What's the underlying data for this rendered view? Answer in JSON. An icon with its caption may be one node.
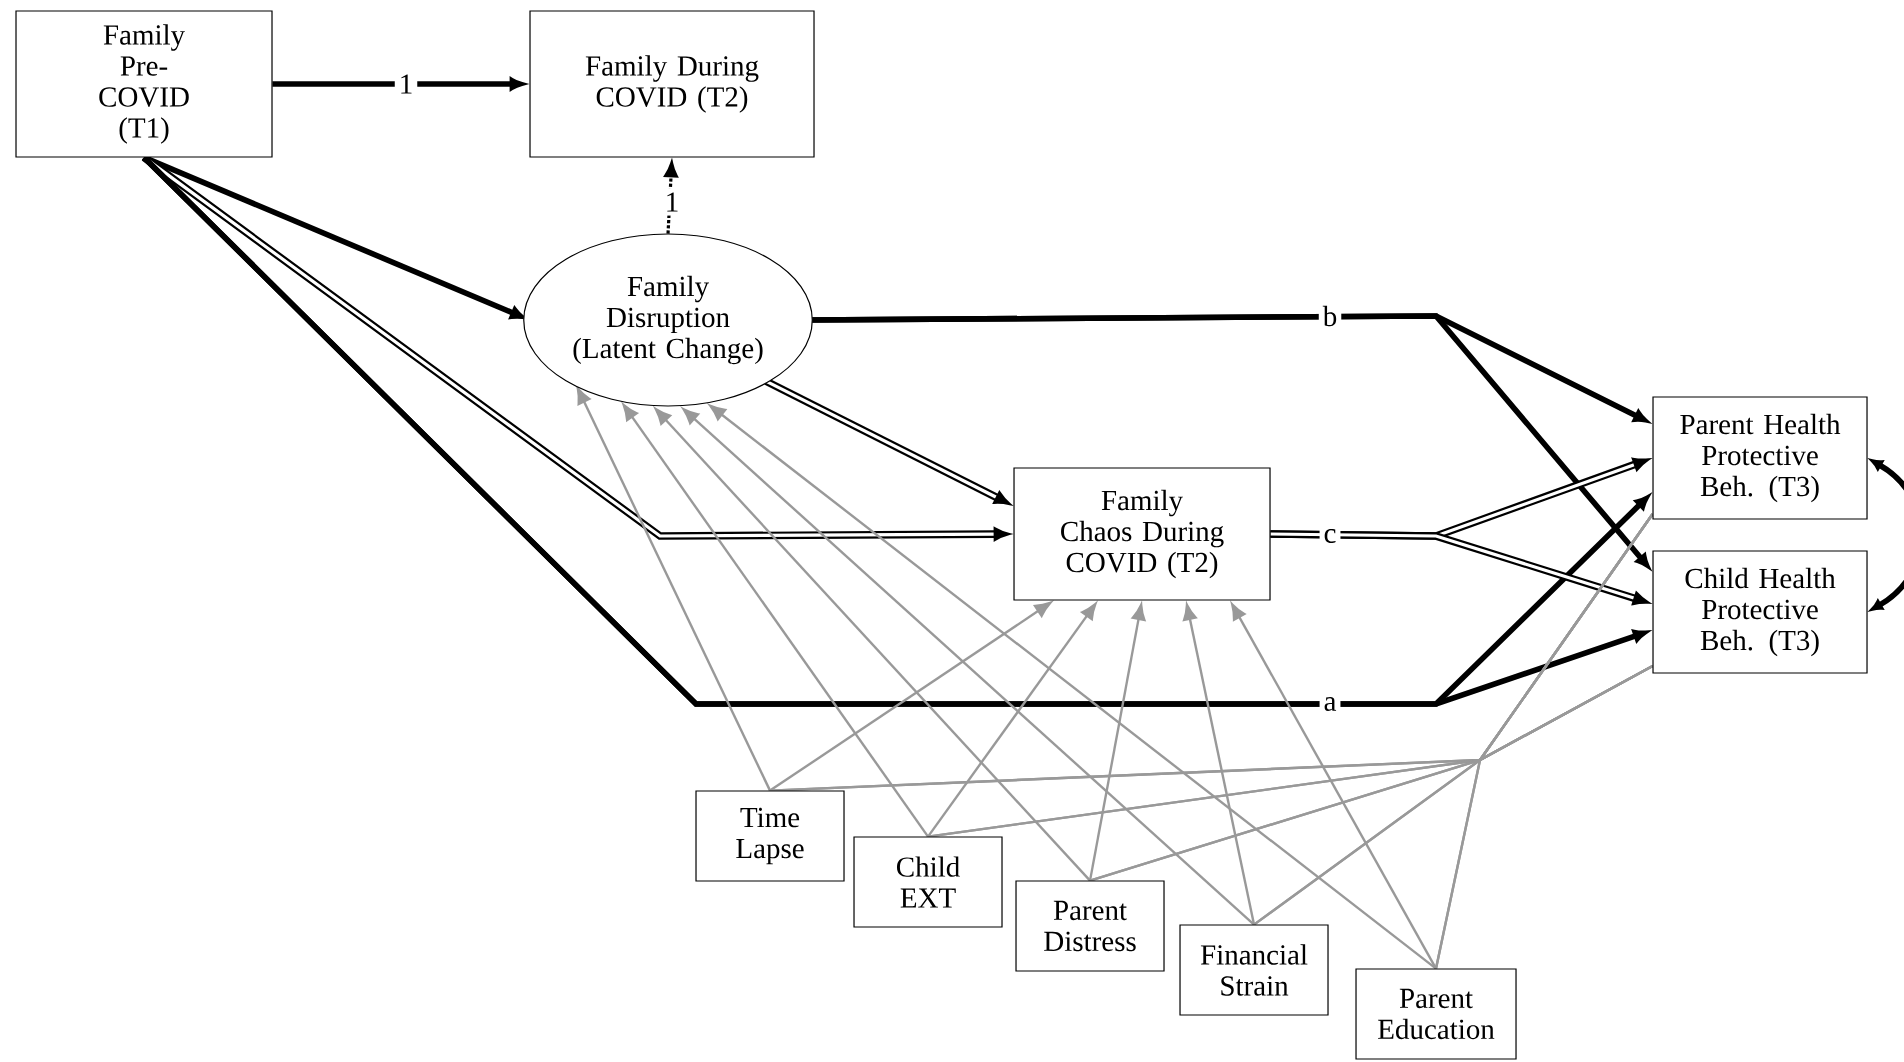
{
  "diagram": {
    "nodes": [
      {
        "text": [
          "Family Pre-COVID (T1)"
        ]
      },
      {
        "text": [
          "Family During COVID (T2)"
        ]
      },
      {
        "text": [
          "Family Disruption (Latent Change)"
        ]
      },
      {
        "text": [
          "Family Chaos During COVID (T2)"
        ]
      },
      {
        "text": [
          "Parent Health Protective Beh. (T3)"
        ]
      },
      {
        "text": [
          "Child Health Protective Beh. (T3)"
        ]
      },
      {
        "text": [
          "Time Lapse"
        ]
      },
      {
        "text": [
          "Child EXT"
        ]
      },
      {
        "text": [
          "Parent Distress"
        ]
      },
      {
        "text": [
          "Financial Strain"
        ]
      },
      {
        "text": [
          "Parent Education"
        ]
      }
    ],
    "edges": [
      {
        "from": 0,
        "to": 1,
        "arrow": "to",
        "label": "1",
        "style": "thick",
        "color": "#000000"
      },
      {
        "from": 2,
        "to": 1,
        "arrow": "to",
        "label": "1",
        "style": "dashed",
        "color": "#000000"
      },
      {
        "from": 0,
        "to": 2,
        "arrow": "to",
        "style": "thick",
        "color": "#000000"
      },
      {
        "from": 0,
        "to": 3,
        "arrow": "to",
        "style": "thick",
        "color": "#000000"
      },
      {
        "from": 2,
        "to": 3,
        "arrow": "to",
        "style": "thick",
        "color": "#000000"
      },
      {
        "from": 0,
        "to": 4,
        "arrow": "to",
        "label": "a",
        "style": "thick",
        "color": "#000000"
      },
      {
        "from": 0,
        "to": 5,
        "arrow": "to",
        "style": "thick",
        "color": "#000000"
      },
      {
        "from": 2,
        "to": 4,
        "arrow": "to",
        "label": "b",
        "style": "thick",
        "color": "#000000"
      },
      {
        "from": 2,
        "to": 5,
        "arrow": "to",
        "style": "thick",
        "color": "#000000"
      },
      {
        "from": 3,
        "to": 4,
        "arrow": "to",
        "label": "c",
        "style": "thick",
        "color": "#000000"
      },
      {
        "from": 3,
        "to": 5,
        "arrow": "to",
        "style": "thick",
        "color": "#000000"
      },
      {
        "from": 4,
        "to": 5,
        "arrow": "both",
        "style": "thick",
        "color": "#000000"
      },
      {
        "from": 6,
        "to": 2,
        "arrow": "to"
      },
      {
        "from": 6,
        "to": 3,
        "arrow": "to"
      },
      {
        "from": 6,
        "to": 4,
        "arrow": "none"
      },
      {
        "from": 6,
        "to": 5,
        "arrow": "none"
      },
      {
        "from": 7,
        "to": 2,
        "arrow": "to"
      },
      {
        "from": 7,
        "to": 3,
        "arrow": "to"
      },
      {
        "from": 7,
        "to": 4,
        "arrow": "none"
      },
      {
        "from": 7,
        "to": 5,
        "arrow": "none"
      },
      {
        "from": 8,
        "to": 2,
        "arrow": "to"
      },
      {
        "from": 8,
        "to": 3,
        "arrow": "to"
      },
      {
        "from": 8,
        "to": 4,
        "arrow": "none"
      },
      {
        "from": 8,
        "to": 5,
        "arrow": "none"
      },
      {
        "from": 9,
        "to": 2,
        "arrow": "to"
      },
      {
        "from": 9,
        "to": 3,
        "arrow": "to"
      },
      {
        "from": 9,
        "to": 4,
        "arrow": "none"
      },
      {
        "from": 9,
        "to": 5,
        "arrow": "none"
      },
      {
        "from": 10,
        "to": 2,
        "arrow": "to"
      },
      {
        "from": 10,
        "to": 3,
        "arrow": "to"
      },
      {
        "from": 10,
        "to": 4,
        "arrow": "none"
      },
      {
        "from": 10,
        "to": 5,
        "arrow": "none"
      }
    ]
  }
}
